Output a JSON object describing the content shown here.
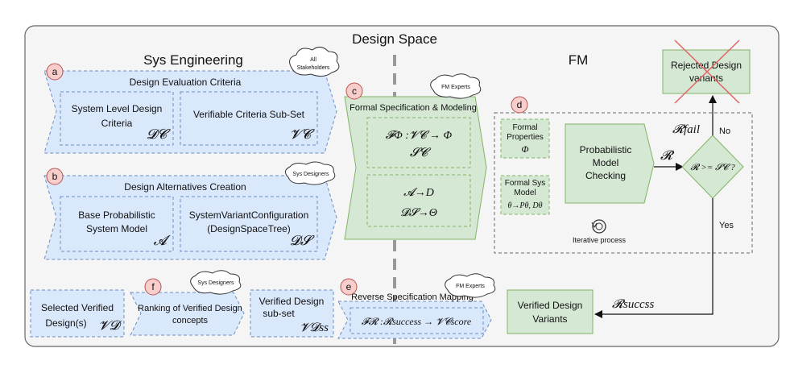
{
  "title": "Design Space",
  "sections": {
    "sys_engineering": "Sys Engineering",
    "fm": "FM"
  },
  "badges": {
    "a": "a",
    "b": "b",
    "c": "c",
    "d": "d",
    "e": "e",
    "f": "f"
  },
  "clouds": {
    "all_stakeholders_1": "All",
    "all_stakeholders_2": "Stakeholders",
    "sys_designers_b": "Sys Designers",
    "fm_experts_c": "FM Experts",
    "sys_designers_f": "Sys Designers",
    "fm_experts_e": "FM Experts"
  },
  "block_a": {
    "title": "Design Evaluation Criteria",
    "box1_line1": "System Level Design",
    "box1_line2": "Criteria",
    "box1_symbol": "𝓓𝓒",
    "box2_line1": "Verifiable Criteria Sub-Set",
    "box2_symbol": "𝓥𝓒"
  },
  "block_b": {
    "title": "Design Alternatives Creation",
    "box1_line1": "Base Probabilistic",
    "box1_line2": "System Model",
    "box1_symbol": "𝓐",
    "box2_line1": "SystemVariantConfiguration",
    "box2_line2": "(DesignSpaceTree)",
    "box2_symbol": "𝓓𝓢"
  },
  "block_c": {
    "title": "Formal Specification & Modeling",
    "eq1": "𝓕Φ :𝓥𝓒 → Φ",
    "eq2": "𝓢𝓒",
    "eq3": "𝓐→D",
    "eq4": "𝓓𝓢→Θ"
  },
  "block_d": {
    "formal_props_1": "Formal",
    "formal_props_2": "Properties",
    "formal_props_sym": "Φ",
    "formal_sys_1": "Formal Sys",
    "formal_sys_2": "Model",
    "formal_sys_sym": "θ→Pθ, Dθ",
    "pmc_1": "Probabilistic",
    "pmc_2": "Model",
    "pmc_3": "Checking",
    "r_label": "𝓡",
    "diamond": "𝓡 >= 𝓢𝓒 ?",
    "iterative": "Iterative process"
  },
  "rejected": {
    "line1": "Rejected Design",
    "line2": "variants"
  },
  "r_fail": "𝓡fail",
  "no": "No",
  "yes": "Yes",
  "verified": {
    "line1": "Verified Design",
    "line2": "Variants"
  },
  "r_success_arrow": "𝓡succss",
  "block_e": {
    "title": "Reverse Specification Mapping",
    "eq": "𝓕𝓡 :𝓡success → 𝓥𝓒score"
  },
  "block_f": {
    "line1": "Ranking of Verified Design",
    "line2": "concepts"
  },
  "selected": {
    "line1": "Selected Verified",
    "line2": "Design(s)",
    "symbol": "𝓥𝓓"
  },
  "verified_subset": {
    "line1": "Verified Design",
    "line2": "sub-set",
    "symbol": "𝓥𝓓ss"
  },
  "colors": {
    "blue_fill": "#dae8fc",
    "blue_stroke": "#6c8ebf",
    "green_fill": "#d5e8d4",
    "green_stroke": "#82b366",
    "badge_fill": "#f8cecc",
    "badge_stroke": "#b85450",
    "panel_fill": "#f5f5f5",
    "cross": "#e06666"
  }
}
